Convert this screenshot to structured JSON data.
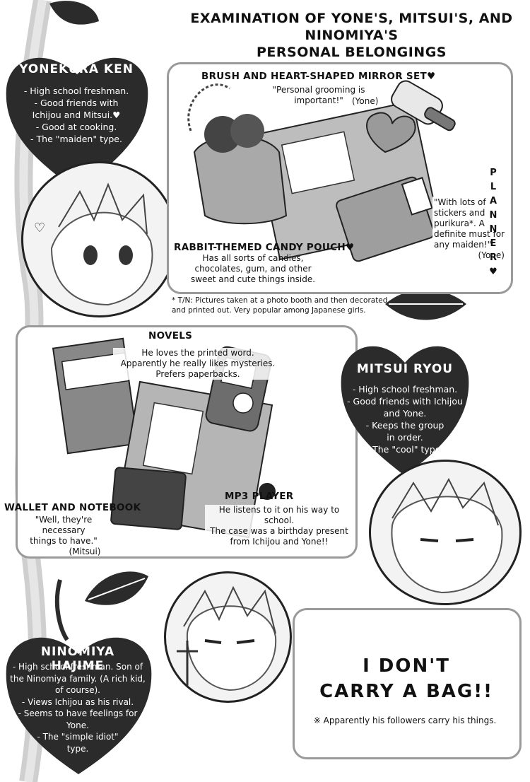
{
  "title": {
    "line1": "EXAMINATION OF YONE'S, MITSUI'S, AND NINOMIYA'S",
    "line2": "PERSONAL BELONGINGS"
  },
  "yonekura": {
    "name": "YONEKURA KEN",
    "lines": [
      "- High school freshman.",
      "- Good friends with",
      "Ichijou and Mitsui.♥",
      "- Good at cooking.",
      "- The \"maiden\" type."
    ]
  },
  "yone_items": {
    "brush_label": "BRUSH AND HEART-SHAPED MIRROR SET♥",
    "brush_quote": "\"Personal grooming is important!\"",
    "brush_attr": "(Yone)",
    "pouch_label": "RABBIT-THEMED CANDY POUCH♥",
    "pouch_desc": [
      "Has all sorts of candies,",
      "chocolates, gum, and other",
      "sweet and cute things inside."
    ],
    "planner_quote": [
      "\"With lots of",
      "stickers and",
      "purikura*. A",
      "definite must for",
      "any maiden!\""
    ],
    "planner_attr": "(Yone)",
    "planner_vertical": [
      "P",
      "L",
      "A",
      "N",
      "N",
      "E",
      "R",
      "♥"
    ],
    "tn": [
      "* T/N: Pictures taken at a photo booth and then decorated",
      "and printed out. Very popular among Japanese girls."
    ]
  },
  "mitsui_items": {
    "novels_label": "NOVELS",
    "novels_desc": [
      "He loves the printed word.",
      "Apparently he really likes mysteries.",
      "Prefers paperbacks."
    ],
    "mp3_label": "MP3 PLAYER",
    "mp3_desc": [
      "He listens to it on his way to school.",
      "The case was a birthday present",
      "from Ichijou and Yone!!"
    ],
    "wallet_label": "WALLET AND NOTEBOOK",
    "wallet_quote": [
      "\"Well, they're necessary",
      "things to have.\""
    ],
    "wallet_attr": "(Mitsui)"
  },
  "mitsui": {
    "name": "MITSUI RYOU",
    "lines": [
      "- High school freshman.",
      "- Good friends with Ichijou",
      "and Yone.",
      "- Keeps the group",
      "in order.",
      "- The \"cool\" type."
    ]
  },
  "ninomiya": {
    "name": "NINOMIYA HAJIME",
    "lines": [
      "- High school freshman. Son of",
      "the Ninomiya family. (A rich kid,",
      "of course).",
      "- Views Ichijou as his rival.",
      "- Seems to have feelings for",
      "Yone.",
      "- The \"simple idiot\"",
      "type."
    ]
  },
  "ninomiya_box": {
    "big": [
      "I DON'T",
      "CARRY A BAG!!"
    ],
    "note": "※ Apparently his followers carry his things."
  },
  "colors": {
    "heart": "#2b2b2b",
    "panel_border": "#9a9a9a",
    "ink": "#111111"
  }
}
